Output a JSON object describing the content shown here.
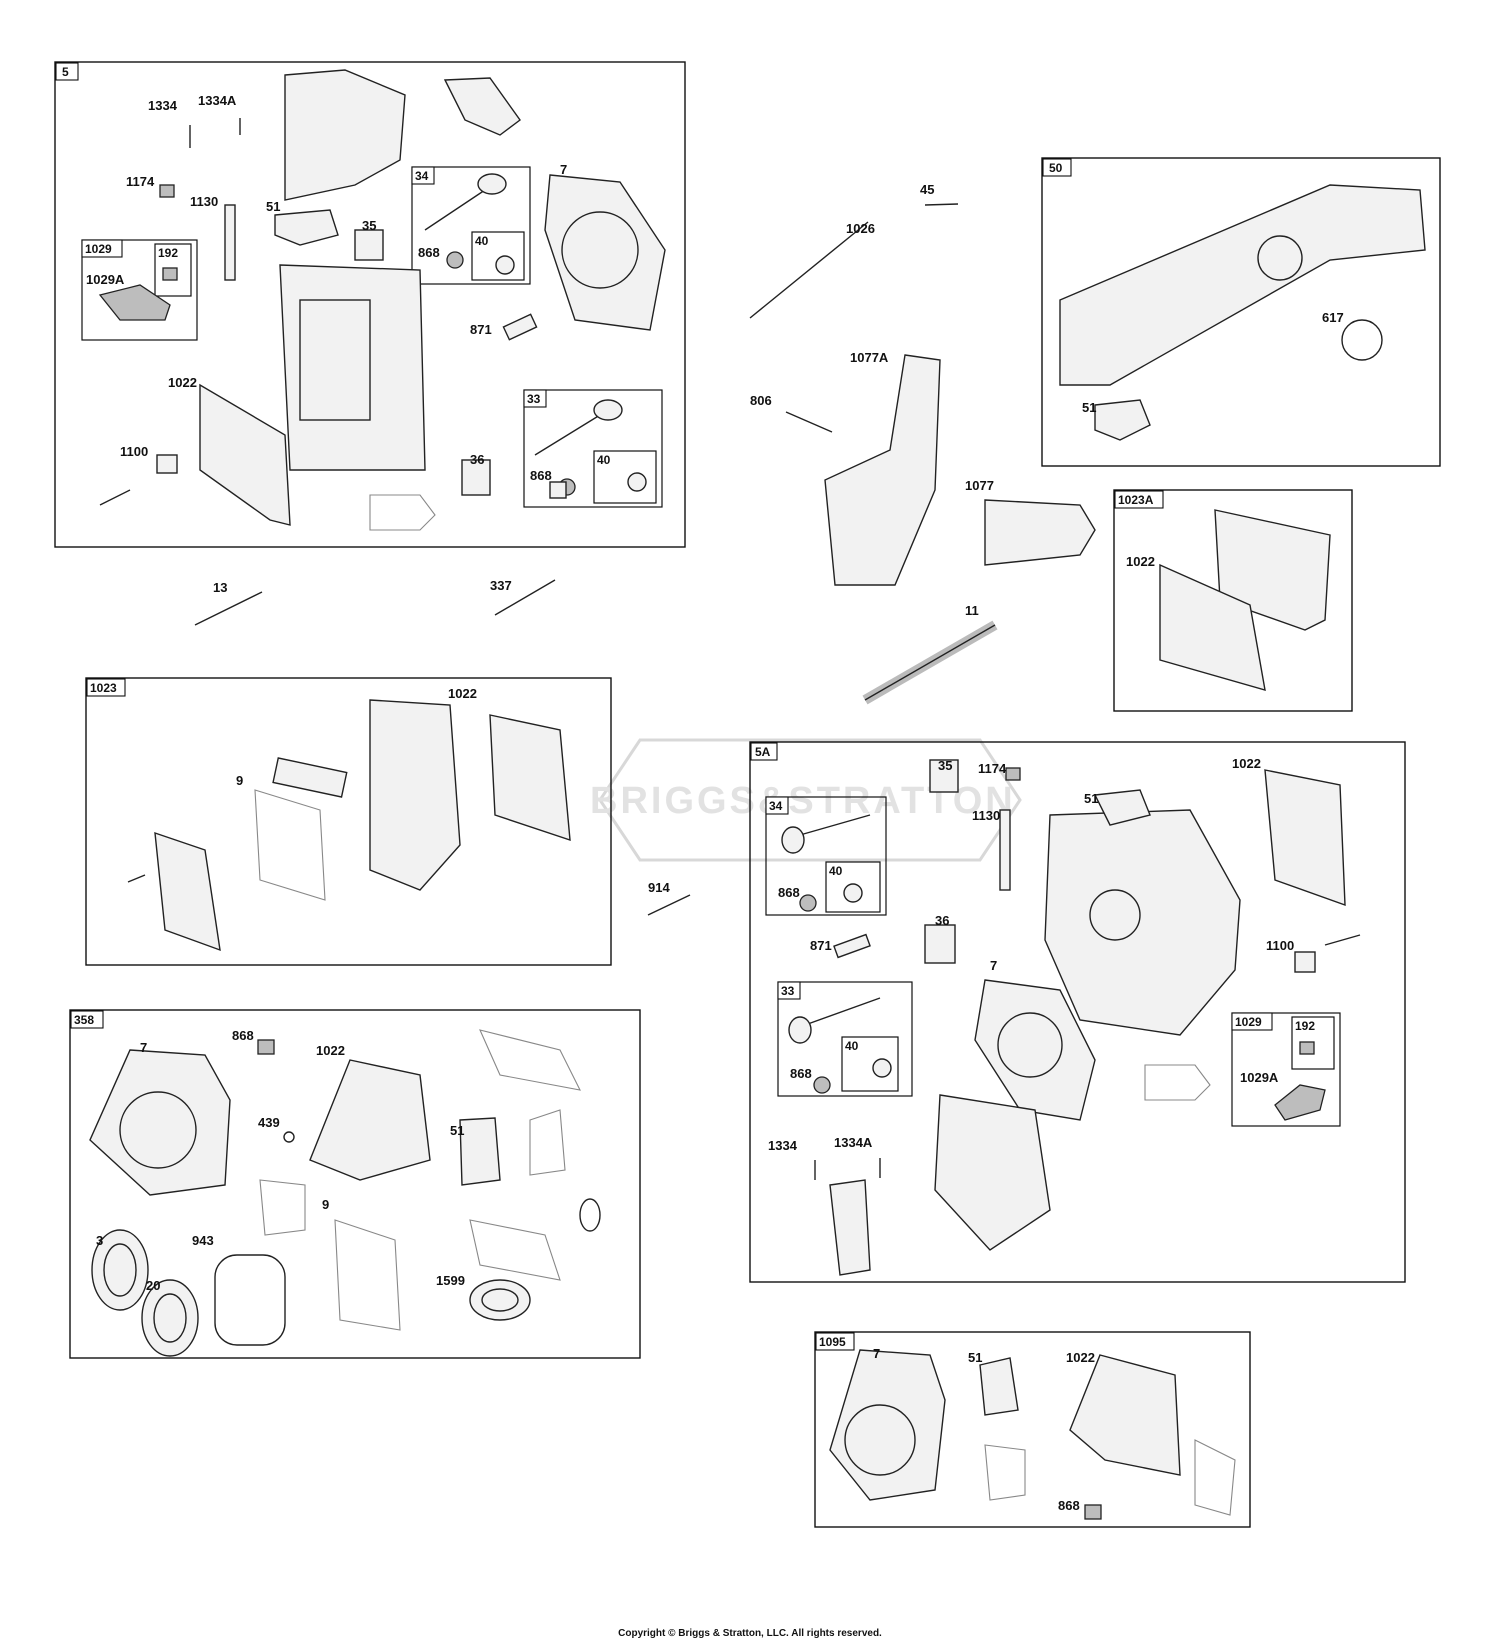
{
  "copyright": "Copyright © Briggs & Stratton, LLC. All rights reserved.",
  "watermark": "BRIGGS&STRATTON",
  "box_ids": {
    "b5": "5",
    "b1029": "1029",
    "b192": "192",
    "b34": "34",
    "b40a": "40",
    "b33": "33",
    "b40b": "40",
    "b50": "50",
    "b1023A": "1023A",
    "b1023": "1023",
    "b358": "358",
    "b5A": "5A",
    "b34b": "34",
    "b40c": "40",
    "b33b": "33",
    "b40d": "40",
    "b1029b": "1029",
    "b192b": "192",
    "b1095": "1095"
  },
  "labels": {
    "l1334": "1334",
    "l1334A": "1334A",
    "l1174": "1174",
    "l1130": "1130",
    "l51": "51",
    "l35": "35",
    "l868": "868",
    "l7": "7",
    "l1029A": "1029A",
    "l871": "871",
    "l1022": "1022",
    "l868b": "868",
    "l36": "36",
    "l1100": "1100",
    "l45": "45",
    "l1026": "1026",
    "l1077A": "1077A",
    "l806": "806",
    "l1077": "1077",
    "l11": "11",
    "l617": "617",
    "l51b": "51",
    "l1022b": "1022",
    "l13": "13",
    "l337": "337",
    "l1022c": "1022",
    "l9": "9",
    "l914": "914",
    "l35b": "35",
    "l1174b": "1174",
    "l1130b": "1130",
    "l51c": "51",
    "l1022d": "1022",
    "l868c": "868",
    "l871b": "871",
    "l36b": "36",
    "l1100b": "1100",
    "l7b": "7",
    "l868d": "868",
    "l1029Ab": "1029A",
    "l1334b": "1334",
    "l1334Ab": "1334A",
    "l7c": "7",
    "l868e": "868",
    "l1022e": "1022",
    "l439": "439",
    "l51d": "51",
    "l9b": "9",
    "l3": "3",
    "l943": "943",
    "l20": "20",
    "l1599": "1599",
    "l7d": "7",
    "l51e": "51",
    "l1022f": "1022",
    "l868f": "868"
  }
}
